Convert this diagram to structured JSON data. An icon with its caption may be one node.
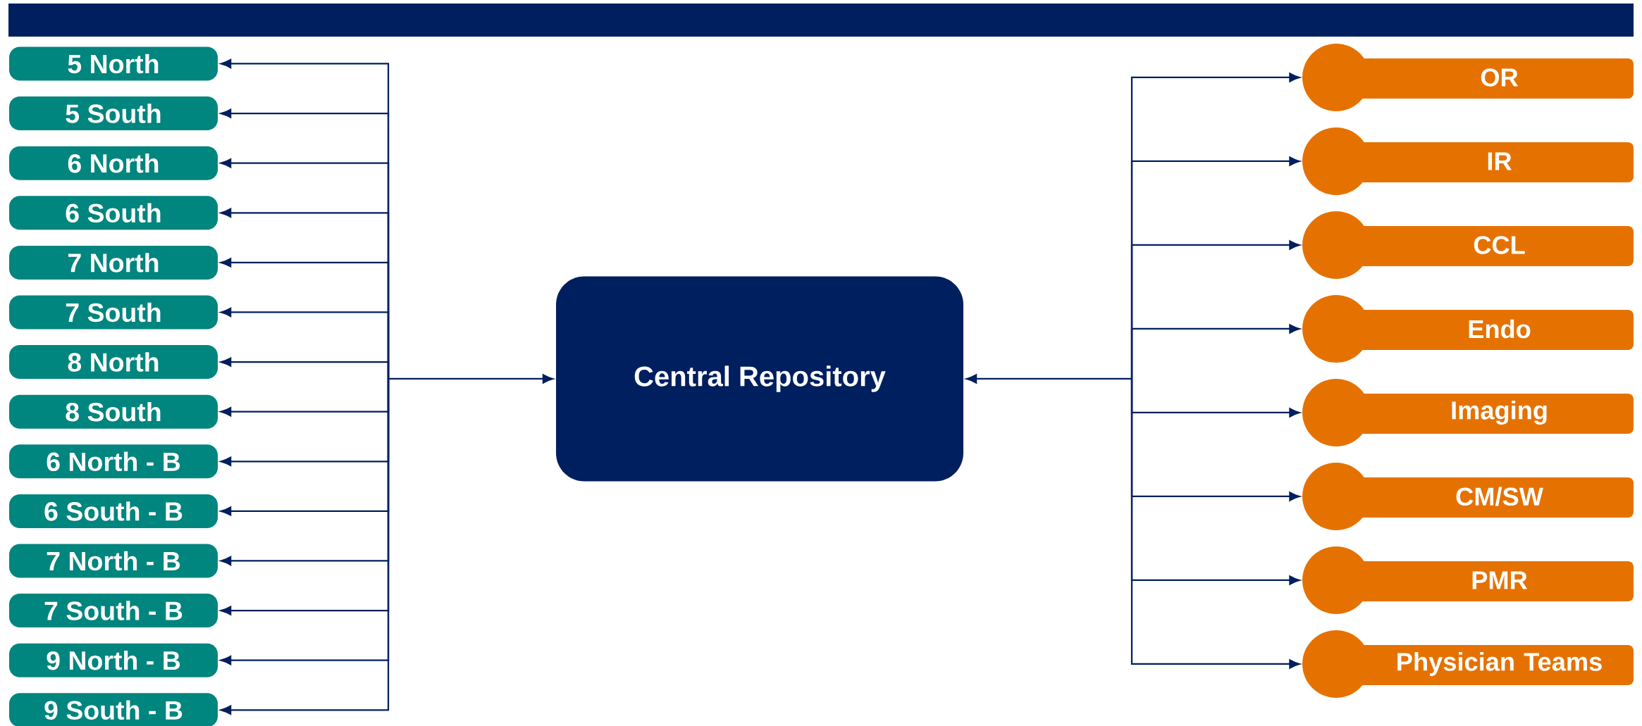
{
  "diagram": {
    "nodes": [
      {
        "text": [
          "5 North"
        ]
      },
      {
        "text": [
          "5 South"
        ]
      },
      {
        "text": [
          "6 North"
        ]
      },
      {
        "text": [
          "6 South"
        ]
      },
      {
        "text": [
          "7 North"
        ]
      },
      {
        "text": [
          "7 South"
        ]
      },
      {
        "text": [
          "8 North"
        ]
      },
      {
        "text": [
          "8 South"
        ]
      },
      {
        "text": [
          "6 North - B"
        ]
      },
      {
        "text": [
          "6 South - B"
        ]
      },
      {
        "text": [
          "7 North - B"
        ]
      },
      {
        "text": [
          "7 South - B"
        ]
      },
      {
        "text": [
          "9 North - B"
        ]
      },
      {
        "text": [
          "9 South - B"
        ]
      },
      {
        "text": [
          "Central Repository"
        ]
      },
      {
        "text": [
          "OR"
        ]
      },
      {
        "text": [
          "IR"
        ]
      },
      {
        "text": [
          "CCL"
        ]
      },
      {
        "text": [
          "Endo"
        ]
      },
      {
        "text": [
          "Imaging"
        ]
      },
      {
        "text": [
          "CM/SW"
        ]
      },
      {
        "text": [
          "PMR"
        ]
      },
      {
        "text": [
          "Physician Teams"
        ]
      }
    ],
    "edges": [
      {
        "from": 14,
        "to": 0,
        "arrow": "both"
      },
      {
        "from": 14,
        "to": 1,
        "arrow": "both"
      },
      {
        "from": 14,
        "to": 2,
        "arrow": "both"
      },
      {
        "from": 14,
        "to": 3,
        "arrow": "both"
      },
      {
        "from": 14,
        "to": 4,
        "arrow": "both"
      },
      {
        "from": 14,
        "to": 5,
        "arrow": "both"
      },
      {
        "from": 14,
        "to": 6,
        "arrow": "both"
      },
      {
        "from": 14,
        "to": 7,
        "arrow": "both"
      },
      {
        "from": 14,
        "to": 8,
        "arrow": "both"
      },
      {
        "from": 14,
        "to": 9,
        "arrow": "both"
      },
      {
        "from": 14,
        "to": 10,
        "arrow": "both"
      },
      {
        "from": 14,
        "to": 11,
        "arrow": "both"
      },
      {
        "from": 14,
        "to": 12,
        "arrow": "both"
      },
      {
        "from": 14,
        "to": 13,
        "arrow": "both"
      },
      {
        "from": 14,
        "to": 15,
        "arrow": "both"
      },
      {
        "from": 14,
        "to": 16,
        "arrow": "both"
      },
      {
        "from": 14,
        "to": 17,
        "arrow": "both"
      },
      {
        "from": 14,
        "to": 18,
        "arrow": "both"
      },
      {
        "from": 14,
        "to": 19,
        "arrow": "both"
      },
      {
        "from": 14,
        "to": 20,
        "arrow": "both"
      },
      {
        "from": 14,
        "to": 21,
        "arrow": "both"
      },
      {
        "from": 14,
        "to": 22,
        "arrow": "both"
      }
    ]
  }
}
